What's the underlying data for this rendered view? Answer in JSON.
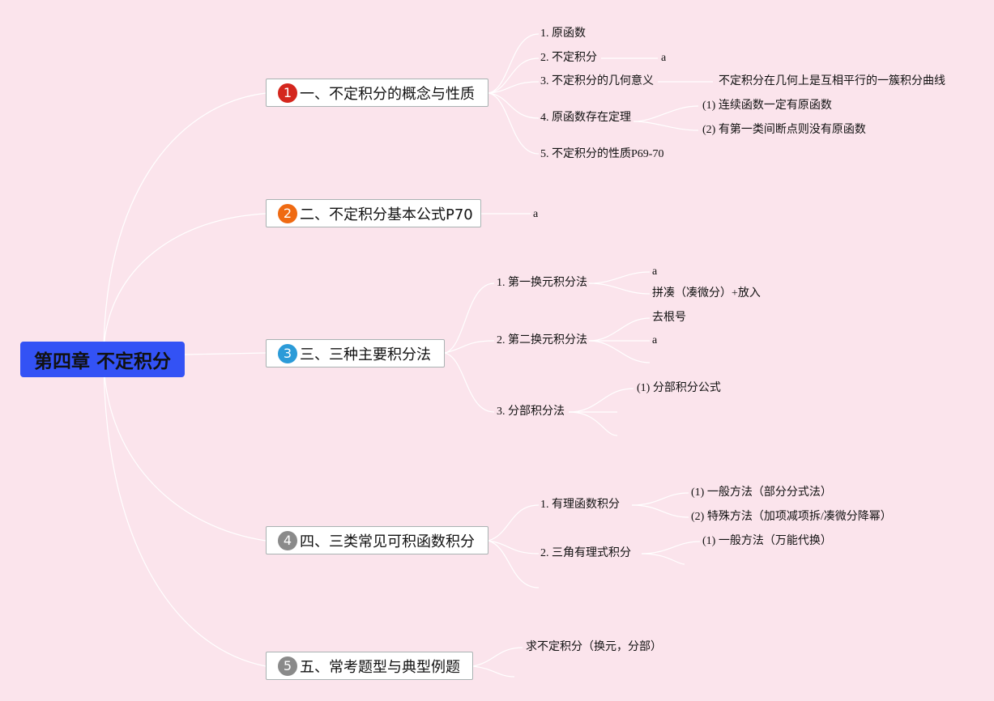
{
  "root": {
    "label": "第四章 不定积分"
  },
  "branches": [
    {
      "number": "1",
      "badge_color": "#d4261d",
      "label": "一、不定积分的概念与性质",
      "children": [
        {
          "label": "1. 原函数"
        },
        {
          "label": "2. 不定积分",
          "children": [
            {
              "label": "a"
            }
          ]
        },
        {
          "label": "3. 不定积分的几何意义",
          "children": [
            {
              "label": "不定积分在几何上是互相平行的一簇积分曲线"
            }
          ]
        },
        {
          "label": "4. 原函数存在定理",
          "children": [
            {
              "label": "(1)   连续函数一定有原函数"
            },
            {
              "label": "(2)   有第一类间断点则没有原函数"
            }
          ]
        },
        {
          "label": "5. 不定积分的性质P69-70"
        }
      ]
    },
    {
      "number": "2",
      "badge_color": "#ef6a12",
      "label": "二、不定积分基本公式P70",
      "children": [
        {
          "label": "a"
        }
      ]
    },
    {
      "number": "3",
      "badge_color": "#2b9bd8",
      "label": "三、三种主要积分法",
      "children": [
        {
          "label": "1. 第一换元积分法",
          "children": [
            {
              "label": "a"
            },
            {
              "label": "拼凑（凑微分）+放入"
            }
          ]
        },
        {
          "label": "2. 第二换元积分法",
          "children": [
            {
              "label": "去根号"
            },
            {
              "label": "a"
            },
            {
              "label": ""
            }
          ]
        },
        {
          "label": "3. 分部积分法",
          "children": [
            {
              "label": "(1)   分部积分公式"
            },
            {
              "label": ""
            },
            {
              "label": ""
            }
          ]
        }
      ]
    },
    {
      "number": "4",
      "badge_color": "#8a8a8a",
      "label": "四、三类常见可积函数积分",
      "children": [
        {
          "label": "1. 有理函数积分",
          "children": [
            {
              "label": "(1)   一般方法（部分分式法）"
            },
            {
              "label": "(2)   特殊方法（加项减项拆/凑微分降幂）"
            }
          ]
        },
        {
          "label": "2. 三角有理式积分",
          "children": [
            {
              "label": "(1)   一般方法（万能代换）"
            },
            {
              "label": ""
            }
          ]
        },
        {
          "label": ""
        }
      ]
    },
    {
      "number": "5",
      "badge_color": "#8a8a8a",
      "label": "五、常考题型与典型例题",
      "children": [
        {
          "label": "求不定积分（换元，分部）"
        },
        {
          "label": ""
        }
      ]
    }
  ]
}
